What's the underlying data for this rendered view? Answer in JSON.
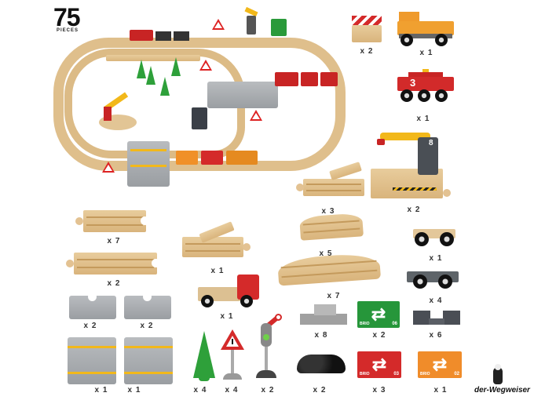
{
  "header": {
    "piece_count": "75",
    "piece_label": "PIECES"
  },
  "colors": {
    "wood": "#dfbf8c",
    "grey_track": "#a5a9ad",
    "green": "#2ea03a",
    "red": "#d42a2a",
    "orange": "#f0a030",
    "yellow": "#f2b81a"
  },
  "items": [
    {
      "id": "buffer-stop",
      "label": "Buffer stop",
      "qty": "x 2"
    },
    {
      "id": "orange-locomotive",
      "label": "Orange locomotive",
      "qty": "x 1"
    },
    {
      "id": "red-locomotive",
      "label": "Red locomotive no. 3",
      "qty": "x 1",
      "number": "3"
    },
    {
      "id": "switch-track",
      "label": "Switch track",
      "qty": "x 3"
    },
    {
      "id": "crane-station",
      "label": "Crane station",
      "qty": "x 2",
      "number": "8"
    },
    {
      "id": "straight-track-short",
      "label": "Straight track short",
      "qty": "x 7"
    },
    {
      "id": "straight-track-long",
      "label": "Straight track long",
      "qty": "x 2"
    },
    {
      "id": "switch-track-left",
      "label": "Switch track left",
      "qty": "x 1"
    },
    {
      "id": "curve-short",
      "label": "Curved track short",
      "qty": "x 5"
    },
    {
      "id": "curve-long",
      "label": "Curved track long",
      "qty": "x 7"
    },
    {
      "id": "wood-wagon-base",
      "label": "Wooden wagon base",
      "qty": "x 1"
    },
    {
      "id": "grey-wagon-base",
      "label": "Grey wagon base",
      "qty": "x 4"
    },
    {
      "id": "truck",
      "label": "Truck",
      "qty": "x 1"
    },
    {
      "id": "grey-ramp-a",
      "label": "Grey ramp",
      "qty": "x 2"
    },
    {
      "id": "grey-ramp-b",
      "label": "Grey ramp",
      "qty": "x 2"
    },
    {
      "id": "crossing-a",
      "label": "Level crossing",
      "qty": "x 1"
    },
    {
      "id": "crossing-b",
      "label": "Level crossing",
      "qty": "x 1"
    },
    {
      "id": "tree",
      "label": "Tree",
      "qty": "x 4"
    },
    {
      "id": "warning-sign",
      "label": "Warning sign",
      "qty": "x 4"
    },
    {
      "id": "signal",
      "label": "Signal",
      "qty": "x 2"
    },
    {
      "id": "silver-load",
      "label": "Silver load",
      "qty": "x 8"
    },
    {
      "id": "green-container",
      "label": "Green container",
      "qty": "x 2",
      "brand": "BRIO",
      "code": "06"
    },
    {
      "id": "dark-connector",
      "label": "Dark connector",
      "qty": "x 6"
    },
    {
      "id": "coal-load",
      "label": "Coal load",
      "qty": "x 2"
    },
    {
      "id": "red-container",
      "label": "Red container",
      "qty": "x 3",
      "brand": "BRIO",
      "code": "03"
    },
    {
      "id": "orange-container",
      "label": "Orange container",
      "qty": "x 1",
      "brand": "BRIO",
      "code": "02"
    }
  ],
  "watermark": {
    "text": "der-Wegweiser"
  }
}
